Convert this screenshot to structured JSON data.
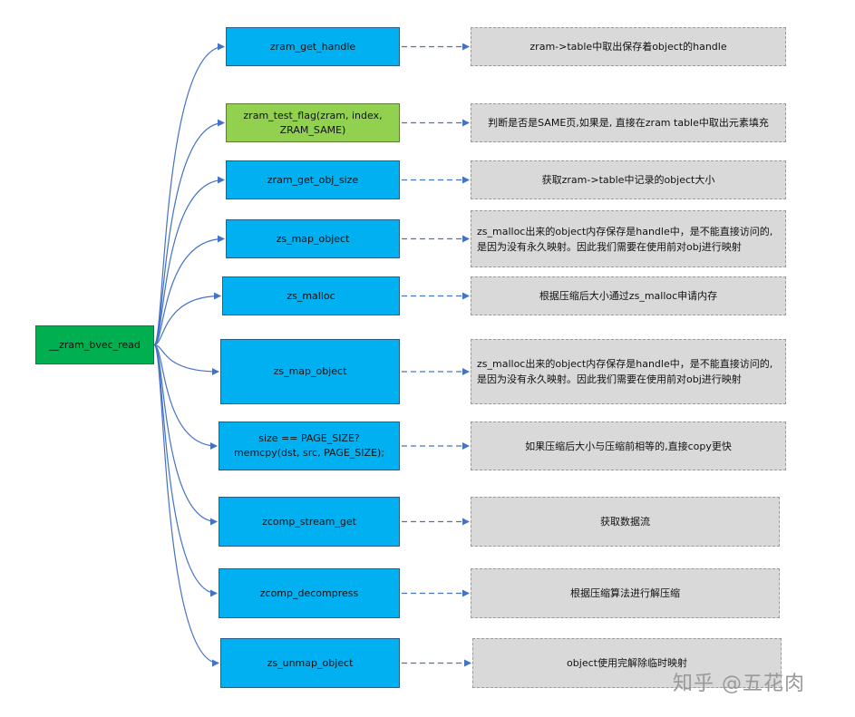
{
  "root": {
    "label": "__zram_bvec_read"
  },
  "steps": [
    {
      "func": "zram_get_handle",
      "note": "zram->table中取出保存着object的handle"
    },
    {
      "func": "zram_test_flag(zram, index,\nZRAM_SAME)",
      "note": "判断是否是SAME页,如果是, 直接在zram table中取出元素填充"
    },
    {
      "func": "zram_get_obj_size",
      "note": "获取zram->table中记录的object大小"
    },
    {
      "func": "zs_map_object",
      "note": "zs_malloc出来的object内存保存是handle中，是不能直接访问的,\n是因为没有永久映射。因此我们需要在使用前对obj进行映射"
    },
    {
      "func": "zs_malloc",
      "note": "根据压缩后大小通过zs_malloc申请内存"
    },
    {
      "func": "zs_map_object",
      "note": "zs_malloc出来的object内存保存是handle中，是不能直接访问的,\n是因为没有永久映射。因此我们需要在使用前对obj进行映射"
    },
    {
      "func": "size == PAGE_SIZE?\nmemcpy(dst, src, PAGE_SIZE);",
      "note": "如果压缩后大小与压缩前相等的,直接copy更快"
    },
    {
      "func": "zcomp_stream_get",
      "note": "获取数据流"
    },
    {
      "func": "zcomp_decompress",
      "note": "根据压缩算法进行解压缩"
    },
    {
      "func": "zs_unmap_object",
      "note": "object使用完解除临时映射"
    }
  ],
  "watermark": "知乎 @五花肉",
  "colors": {
    "root": "#00b050",
    "func": "#00b0f0",
    "func_highlight": "#92d050",
    "note": "#d9d9d9",
    "connector": "#4472c4"
  }
}
